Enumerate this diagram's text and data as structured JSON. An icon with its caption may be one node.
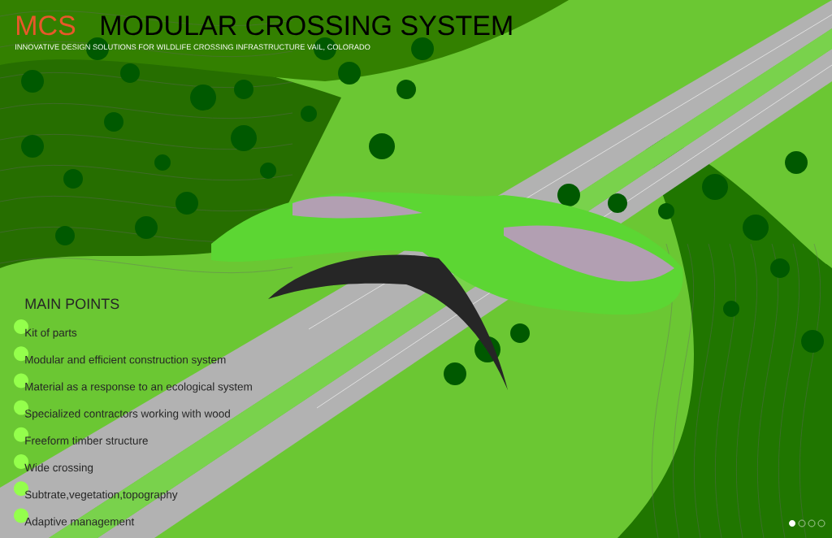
{
  "diagram": {
    "title": "MODULAR CROSSING SYSTEM",
    "labels": [
      "MCS",
      "INNOVATIVE DESIGN SOLUTIONS FOR WILDLIFE CROSSING INFRASTRUCTURE VAIL, COLORADO",
      "MAIN POINTS",
      "Kit of parts",
      "Modular and efficient construction system",
      "Material as a response to an ecological system",
      "Specialized contractors working with wood",
      "Freeform timber structure",
      "Wide crossing",
      "Subtrate,vegetation,topography",
      "Adaptive management"
    ]
  }
}
